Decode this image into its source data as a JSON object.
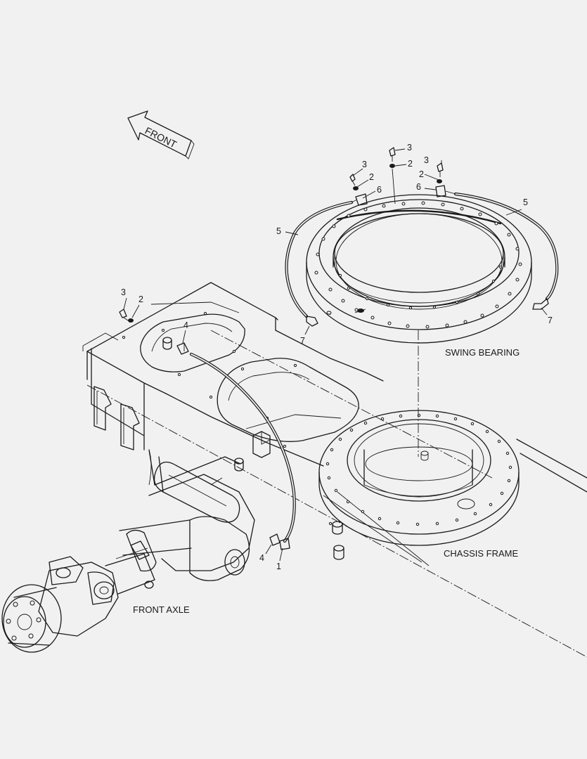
{
  "direction_arrow": {
    "text": "FRONT"
  },
  "labels": {
    "swing_bearing": "SWING BEARING",
    "chassis_frame": "CHASSIS FRAME",
    "front_axle": "FRONT AXLE"
  },
  "callouts": [
    "3",
    "2",
    "6",
    "3",
    "2",
    "3",
    "2",
    "6",
    "5",
    "5",
    "7",
    "7",
    "3",
    "2",
    "4",
    "4",
    "1"
  ]
}
